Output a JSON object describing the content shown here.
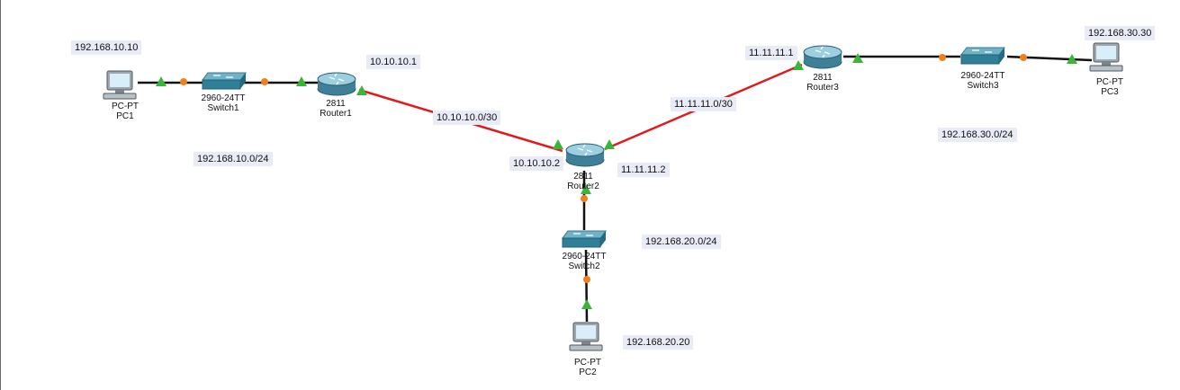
{
  "devices": {
    "pc1": {
      "model": "PC-PT",
      "name": "PC1"
    },
    "switch1": {
      "model": "2960-24TT",
      "name": "Switch1"
    },
    "router1": {
      "model": "2811",
      "name": "Router1"
    },
    "router2": {
      "model": "2811",
      "name": "Router2"
    },
    "switch2": {
      "model": "2960-24TT",
      "name": "Switch2"
    },
    "pc2": {
      "model": "PC-PT",
      "name": "PC2"
    },
    "router3": {
      "model": "2811",
      "name": "Router3"
    },
    "switch3": {
      "model": "2960-24TT",
      "name": "Switch3"
    },
    "pc3": {
      "model": "PC-PT",
      "name": "PC3"
    }
  },
  "notes": {
    "pc1_ip": "192.168.10.10",
    "lan1": "192.168.10.0/24",
    "r1_ip": "10.10.10.1",
    "wan1": "10.10.10.0/30",
    "r2_ip_wan1": "10.10.10.2",
    "r2_ip_wan2": "11.11.11.2",
    "wan2": "11.11.11.0/30",
    "r3_ip": "11.11.11.1",
    "lan2": "192.168.20.0/24",
    "pc2_ip": "192.168.20.20",
    "pc3_ip": "192.168.30.30",
    "lan3": "192.168.30.0/24"
  },
  "colors": {
    "ethernet_link": "#111111",
    "serial_link": "#e01b1b",
    "port_up": "#3cb43c",
    "port_amber": "#f07f1e",
    "note_bg": "#e9ebf6"
  }
}
